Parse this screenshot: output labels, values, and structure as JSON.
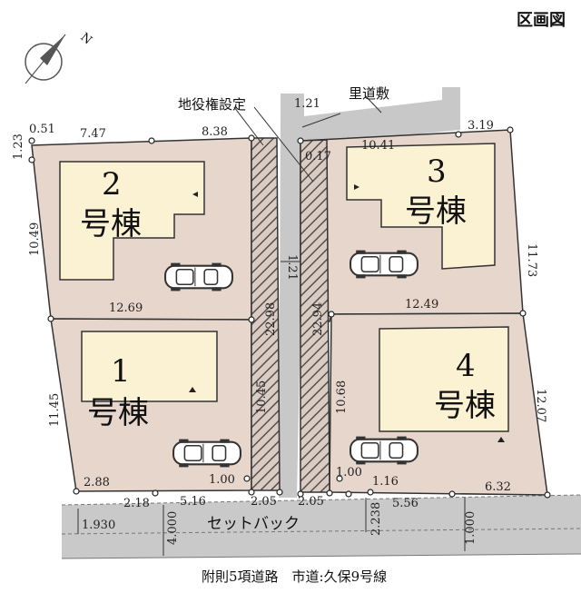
{
  "header": {
    "title": "区画図"
  },
  "compass": {
    "north_label": "N"
  },
  "annotations": {
    "easement": "地役権設定",
    "private_road": "里道敷",
    "setback": "セットバック",
    "road": "附則5項道路　市道:久保9号線"
  },
  "buildings": [
    {
      "num": "2",
      "label": "号棟"
    },
    {
      "num": "3",
      "label": "号棟"
    },
    {
      "num": "1",
      "label": "号棟"
    },
    {
      "num": "4",
      "label": "号棟"
    }
  ],
  "dimensions": {
    "d_051": "0.51",
    "d_747": "7.47",
    "d_838": "8.38",
    "d_123": "1.23",
    "d_1049": "10.49",
    "d_1269": "12.69",
    "d_1145": "11.45",
    "d_288": "2.88",
    "d_218": "2.18",
    "d_516": "5.16",
    "d_100a": "1.00",
    "d_205a": "2.05",
    "d_2298": "22.98",
    "d_1045": "10.45",
    "d_121a": "1.21",
    "d_121b": "1.21",
    "d_2294": "22.94",
    "d_017": "0.17",
    "d_1041": "10.41",
    "d_319": "3.19",
    "d_1173": "11.73",
    "d_1249": "12.49",
    "d_1068": "10.68",
    "d_1207": "12.07",
    "d_100b": "1.00",
    "d_116": "1.16",
    "d_632": "6.32",
    "d_205b": "2.05",
    "d_556": "5.56",
    "d_2238": "2.238",
    "d_1930": "1.930",
    "d_4000": "4.000",
    "d_1000": "1.000"
  },
  "colors": {
    "lot": "#e7d6cc",
    "building": "#fbf1d3",
    "road": "#c8c8c8",
    "easement": "#b9b0a8"
  }
}
